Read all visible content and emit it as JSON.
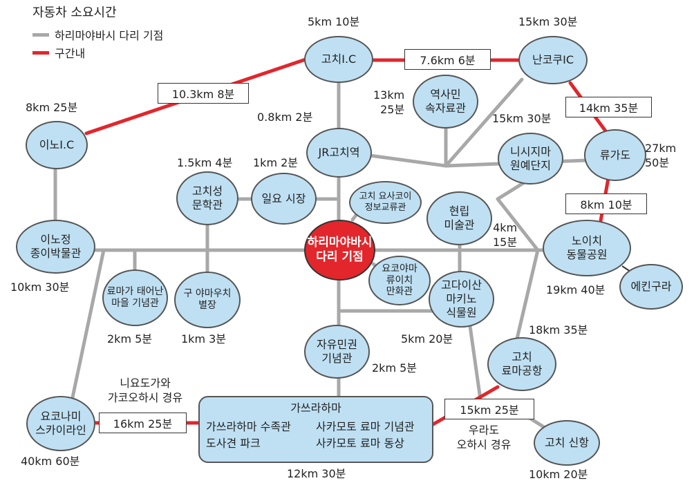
{
  "legend": {
    "title": "자동차 소요시간",
    "gray_label": "하리마야바시 다리 기점",
    "red_label": "구간내",
    "gray_color": "#a8a8a8",
    "red_color": "#e2262c"
  },
  "nodes": {
    "hub": [
      "하리마야바시",
      "다리 기점"
    ],
    "kochi_ic": "고치I.C",
    "nankoku_ic": "난코쿠IC",
    "ino_ic": "이노I.C",
    "jr_kochi": "JR고치역",
    "rekishi_minzoku": [
      "역사민",
      "속자료관"
    ],
    "nishijima": [
      "니시지마",
      "원예단지"
    ],
    "ryugado": "류가도",
    "kochi_castle": [
      "고치성",
      "문학관"
    ],
    "nichiyo_market": "일요 시장",
    "yosakoi": [
      "고치 요사코이",
      "정보교류관"
    ],
    "museum": [
      "현립",
      "미술관"
    ],
    "inocho": [
      "이노정",
      "종이박물관"
    ],
    "noichi_zoo": [
      "노이치",
      "동물공원"
    ],
    "ekin_gura": "에킨구라",
    "ryoma_birthplace": [
      "료마가 태어난",
      "마을 기념관"
    ],
    "yamauchi": [
      "구 야마우치",
      "별장"
    ],
    "yokoyama": [
      "요코야마",
      "류이치",
      "만화관"
    ],
    "makino": [
      "고다이산",
      "마키노",
      "식물원"
    ],
    "freedom": [
      "자유민권",
      "기념관"
    ],
    "airport": [
      "고치",
      "료마공항"
    ],
    "yokonami": [
      "요코나미",
      "스카이라인"
    ],
    "shinko": "고치 신항",
    "katsurahama": {
      "title": "가쓰라하마",
      "item1": "가쓰라하마 수족관",
      "item2": "도사견 파크",
      "item3": "사카모토 료마 기념관",
      "item4": "사카모토 료마 동상"
    }
  },
  "segments": {
    "ino_kochi": "10.3km  8분",
    "kochi_nankoku": "7.6km  6분",
    "nankoku_ryugado": "14km  35분",
    "ryugado_noichi": "8km  10분",
    "yokonami_katsurahama": "16km  25분",
    "katsurahama_airport": "15km  25분"
  },
  "times": {
    "kochi_ic": "5km  10분",
    "nankoku_ic": "15km  30분",
    "ino_ic": "8km  25분",
    "jr": "0.8km  2분",
    "rekishi": [
      "13km",
      "25분"
    ],
    "nishijima": "15km  30분",
    "ryugado": [
      "27km",
      "50분"
    ],
    "castle": "1.5km  4분",
    "market": "1km  2분",
    "museum": [
      "4km",
      "15분"
    ],
    "inocho": "10km  30분",
    "noichi": "19km  40분",
    "ryoma": "2km  5분",
    "yamauchi": "1km  3분",
    "makino": "5km  20분",
    "freedom": "2km  5분",
    "airport": "18km  35분",
    "yokonami": "40km  60분",
    "katsurahama": "12km  30분",
    "shinko": "10km  20분",
    "via_niyodo": [
      "니요도가와",
      "가코오하시 경유"
    ],
    "via_urado": [
      "우라도",
      "오하시 경유"
    ]
  }
}
